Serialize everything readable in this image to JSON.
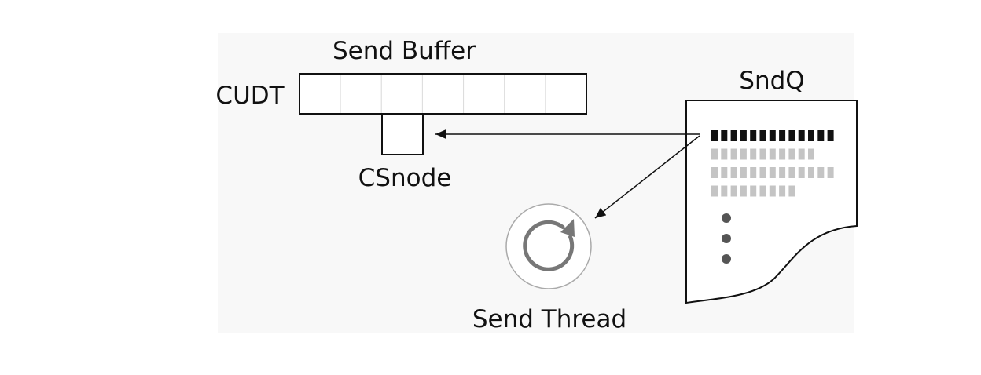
{
  "labels": {
    "send_buffer": "Send Buffer",
    "cudt": "CUDT",
    "csnode": "CSnode",
    "sndq": "SndQ",
    "send_thread": "Send Thread"
  },
  "send_buffer": {
    "slots": 7
  },
  "sndq": {
    "rows": [
      {
        "blocks": 13,
        "color": "#111111"
      },
      {
        "blocks": 11,
        "color": "#c4c4c4"
      },
      {
        "blocks": 13,
        "color": "#c4c4c4"
      },
      {
        "blocks": 9,
        "color": "#c4c4c4"
      }
    ],
    "dots": 3
  },
  "colors": {
    "panel": "#f8f8f8",
    "stroke": "#111111",
    "slot_divider": "#dddddd",
    "thread_icon": "#777777",
    "dot": "#555555"
  }
}
